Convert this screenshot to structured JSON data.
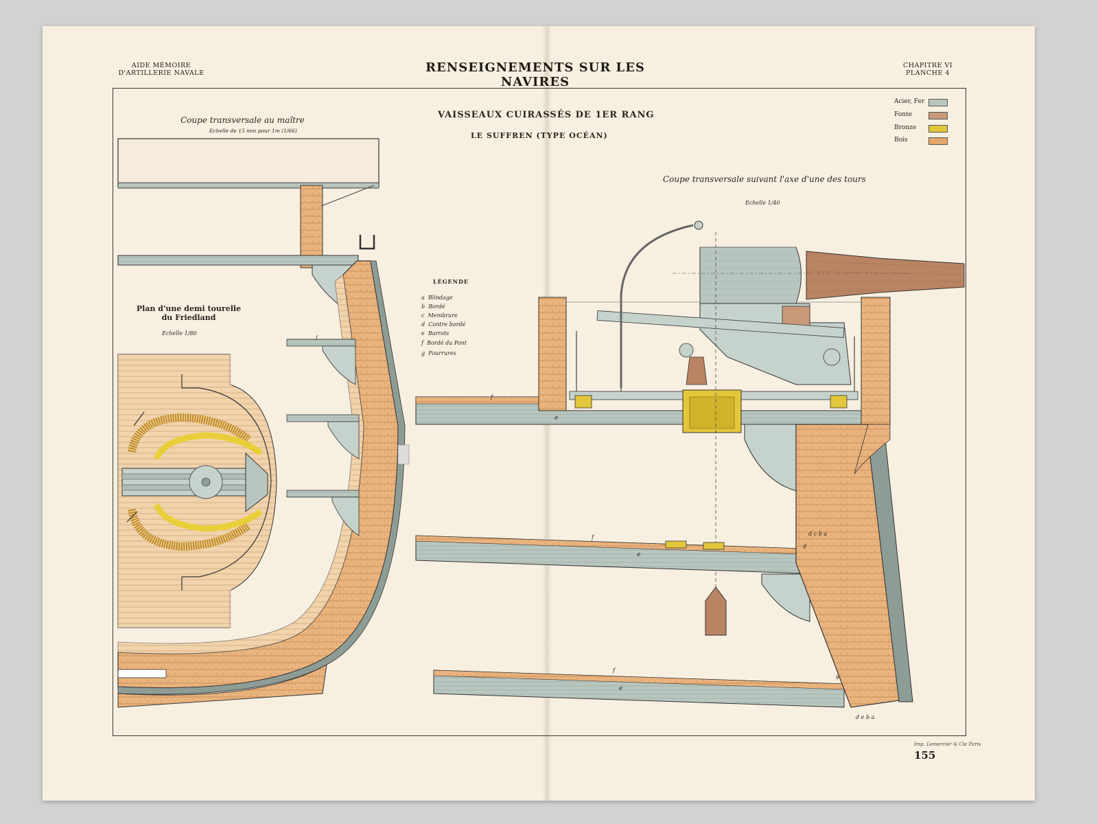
{
  "header": {
    "left_line1": "AIDE MÉMOIRE",
    "left_line2": "D'ARTILLERIE NAVALE",
    "title": "RENSEIGNEMENTS SUR LES NAVIRES",
    "right_line1": "CHAPITRE VI",
    "right_line2": "PLANCHE 4"
  },
  "plate": {
    "title": "VAISSEAUX CUIRASSÉS DE 1ER RANG",
    "subtitle": "LE SUFFREN (TYPE OCÉAN)"
  },
  "materials": [
    {
      "label": "Acier, Fer",
      "color": "#b9c6c0"
    },
    {
      "label": "Fonte",
      "color": "#c89a7a"
    },
    {
      "label": "Bronze",
      "color": "#e3c73a"
    },
    {
      "label": "Bois",
      "color": "#e3a66a"
    }
  ],
  "section_left": {
    "title": "Coupe transversale au maître",
    "scale": "Echelle de 15 mm pour 1m (1/66)"
  },
  "section_right": {
    "title": "Coupe transversale suivant l'axe d'une des tours",
    "scale": "Echelle 1/40"
  },
  "plan": {
    "title_line1": "Plan d'une demi tourelle",
    "title_line2": "du Friedland",
    "scale": "Echelle 1/80"
  },
  "legend": {
    "heading": "LÉGENDE",
    "items": [
      {
        "key": "a",
        "text": "Blindage"
      },
      {
        "key": "b",
        "text": "Bordé"
      },
      {
        "key": "c",
        "text": "Membrure"
      },
      {
        "key": "d",
        "text": "Contre bordé"
      },
      {
        "key": "e",
        "text": "Barrots"
      },
      {
        "key": "f",
        "text": "Bordé du Pont"
      },
      {
        "key": "g",
        "text": "Fourrures"
      }
    ]
  },
  "labels": {
    "e": "e",
    "f": "f",
    "g": "g",
    "hull_keys": "d c b a",
    "bottom_keys": "d e b a"
  },
  "footer": {
    "printer": "Imp. Lemercier & Cie Paris",
    "page": "155"
  }
}
